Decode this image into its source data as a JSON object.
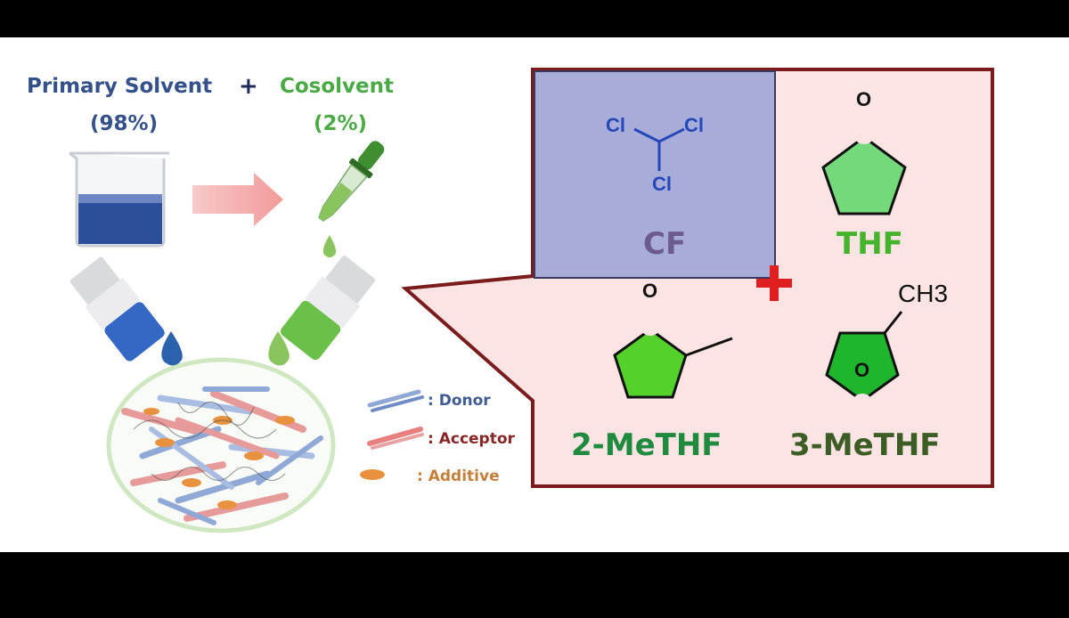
{
  "left_panel": {
    "primary_title": "Primary Solvent",
    "primary_pct": "(98%)",
    "plus": "+",
    "cosolvent_title": "Cosolvent",
    "cosolvent_pct": "(2%)"
  },
  "legend": {
    "donor": ": Donor",
    "acceptor": ": Acceptor",
    "additive": ":   Additive"
  },
  "molecules": {
    "cf": {
      "name": "CF",
      "atom1": "Cl",
      "atom2": "Cl",
      "atom3": "Cl"
    },
    "thf": {
      "name": "THF",
      "atom": "O"
    },
    "methf2": {
      "name": "2-MeTHF",
      "atom": "O"
    },
    "methf3": {
      "name": "3-MeTHF",
      "atom": "O",
      "substituent": "CH3"
    }
  },
  "colors": {
    "primary_blue": "#34518a",
    "cosolvent_green": "#4aab46",
    "callout_border": "#7a1c1c",
    "callout_fill": "#fde4e4",
    "cf_box": "#a7acd9",
    "red_cross": "#e02020"
  }
}
